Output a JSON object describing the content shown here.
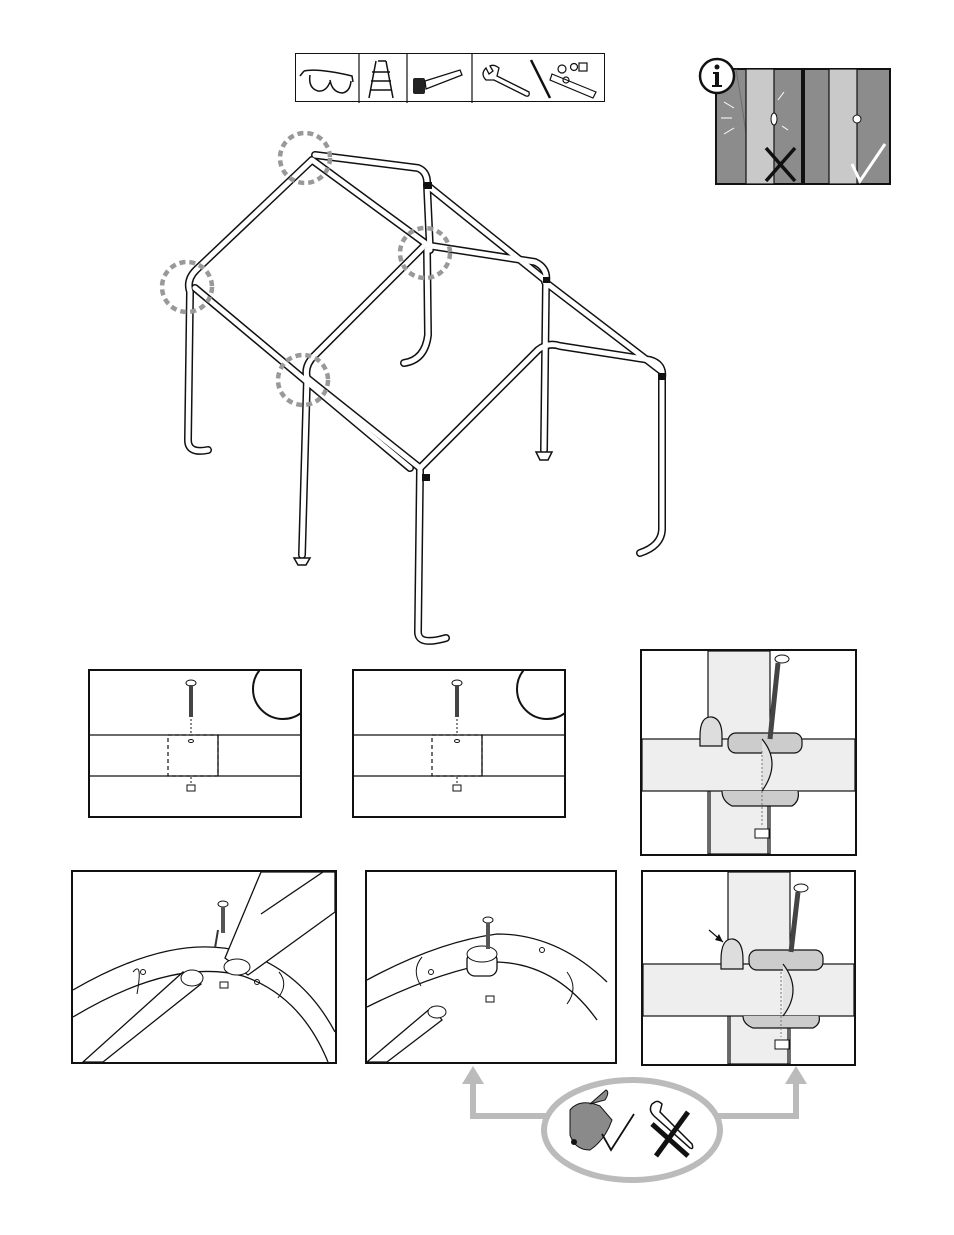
{
  "page": {
    "kind": "assembly-instruction-sheet",
    "text_labels": []
  },
  "tools_strip": {
    "items": [
      {
        "icon": "safety-glasses-icon"
      },
      {
        "icon": "step-ladder-icon"
      },
      {
        "icon": "rubber-mallet-icon"
      },
      {
        "icon": "adjustable-wrench-icon"
      },
      {
        "icon": "socket-wrench-set-icon"
      }
    ]
  },
  "info_panel": {
    "icon": "info-icon",
    "wrong_marker": "cross-mark-icon",
    "right_marker": "check-mark-icon"
  },
  "detail_panels": [
    {
      "id": "bolt-detail-1",
      "badge": "circle-badge-icon"
    },
    {
      "id": "bolt-detail-2",
      "badge": "circle-badge-icon"
    },
    {
      "id": "clamp-detail-top"
    },
    {
      "id": "elbow-joint-detail-1"
    },
    {
      "id": "elbow-joint-detail-2"
    },
    {
      "id": "clamp-detail-bottom"
    }
  ],
  "hand_tighten_note": {
    "hand_icon": "hand-tighten-icon",
    "ok_marker": "check-mark-icon",
    "wrench_icon": "wrench-icon",
    "no_marker": "cross-mark-icon"
  },
  "colors": {
    "line": "#111111",
    "dashed_circle": "#999999",
    "panel_fill": "#8c8c8c",
    "arrow_gray": "#bbbbbb"
  }
}
